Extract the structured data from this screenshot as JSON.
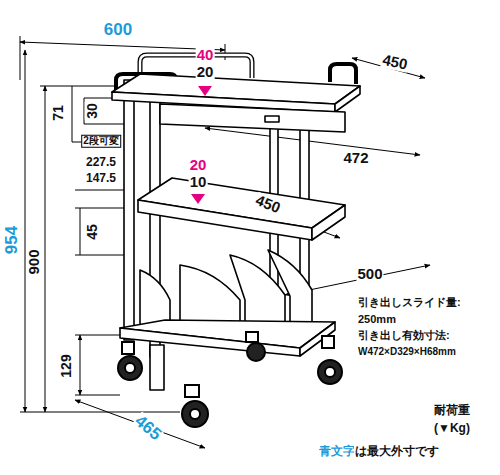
{
  "diagram": {
    "labels": [
      "600",
      "40",
      "20",
      "450",
      "71",
      "30",
      "2段可変",
      "227.5",
      "147.5",
      "954",
      "900",
      "472",
      "20",
      "10",
      "450",
      "45",
      "500",
      "引き出しスライド量:",
      "250mm",
      "引き出し有効寸法:",
      "W472×D329×H68mm",
      "129",
      "465",
      "耐荷重",
      "(▼Kg)",
      "青文字",
      "は最大外寸です"
    ]
  }
}
